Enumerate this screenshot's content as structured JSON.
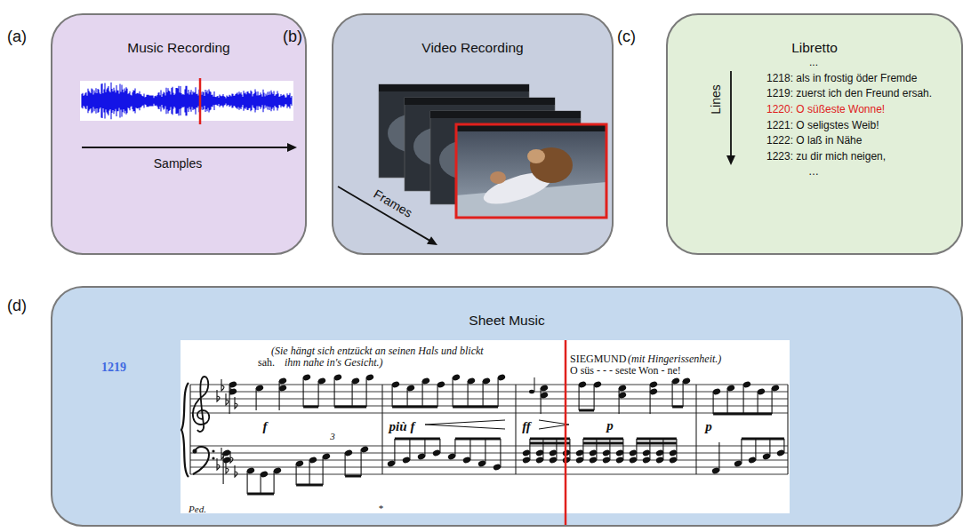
{
  "diagram": {
    "nodes": [
      {
        "text": [
          "Music Recording"
        ]
      },
      {
        "text": [
          "Video Recording"
        ]
      },
      {
        "text": [
          "Libretto"
        ]
      },
      {
        "text": [
          "Sheet Music"
        ]
      }
    ],
    "labels": [
      "(a)",
      "(b)",
      "(c)",
      "(d)",
      "Samples",
      "Frames",
      "Lines",
      "...",
      "1218: als in frostig öder Fremde",
      "1219: zuerst ich den Freund ersah.",
      "1220: O süßeste Wonne!",
      "1221: O seligstes Weib!",
      "1222: O laß in Nähe",
      "1223: zu dir mich neigen,",
      "…",
      "1219",
      "(Sie hängt sich entzückt an seinen Hals und blickt",
      "sah.",
      "ihm nahe in's Gesicht.)",
      "SIEGMUND",
      "(mit Hingerissenheit.)",
      "O süs - - - seste Won - ne!",
      "f",
      "più f",
      "ff",
      "p",
      "p",
      "3",
      "Ped.",
      "*"
    ]
  }
}
